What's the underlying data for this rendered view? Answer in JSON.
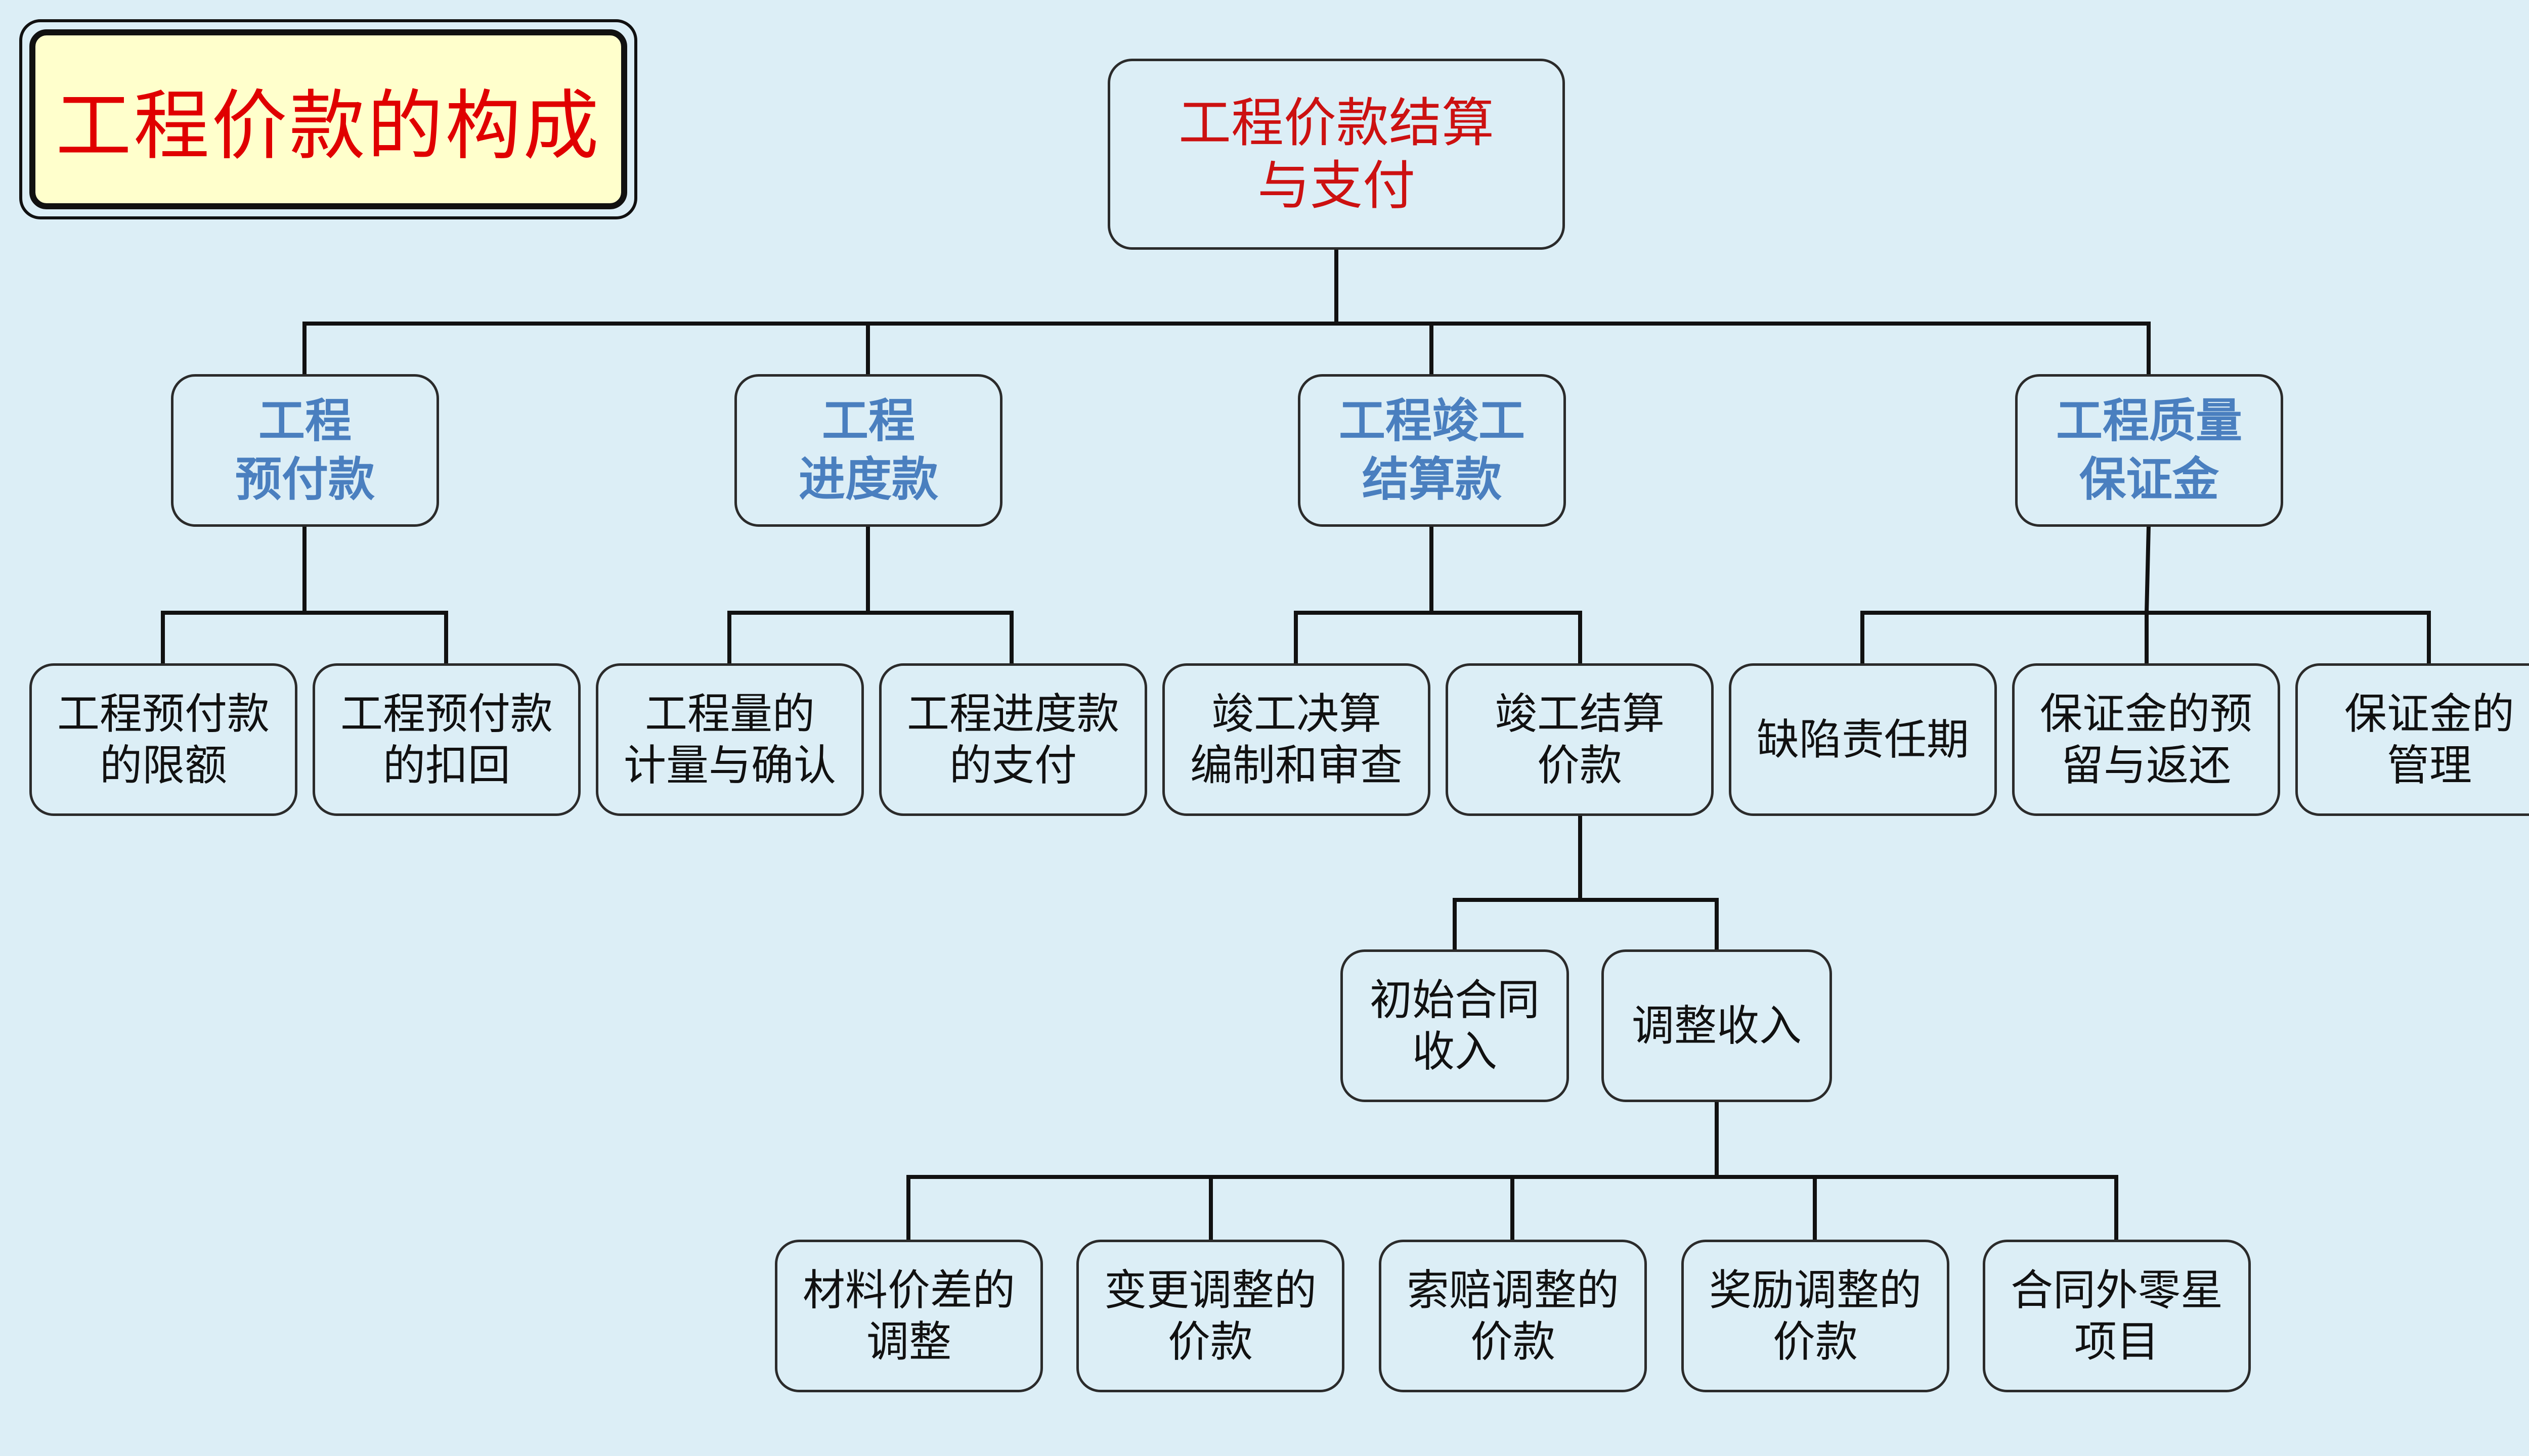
{
  "title": "工程价款的构成",
  "root": "工程价款结算\n与支付",
  "level1": [
    "工程\n预付款",
    "工程\n进度款",
    "工程竣工\n结算款",
    "工程质量\n保证金"
  ],
  "level2": [
    "工程预付款\n的限额",
    "工程预付款\n的扣回",
    "工程量的\n计量与确认",
    "工程进度款\n的支付",
    "竣工决算\n编制和审查",
    "竣工结算\n价款",
    "缺陷责任期",
    "保证金的预\n留与返还",
    "保证金的\n管理"
  ],
  "level3": [
    "初始合同\n收入",
    "调整收入"
  ],
  "level4": [
    "材料价差的\n调整",
    "变更调整的\n价款",
    "索赔调整的\n价款",
    "奖励调整的\n价款",
    "合同外零星\n项目"
  ],
  "colors": {
    "background": "#dceef6",
    "title_fill": "#ffffcc",
    "title_text": "#e00000",
    "root_text": "#cc1111",
    "level1_text": "#4a7fbf",
    "node_text": "#111111",
    "lines": "#111111"
  }
}
